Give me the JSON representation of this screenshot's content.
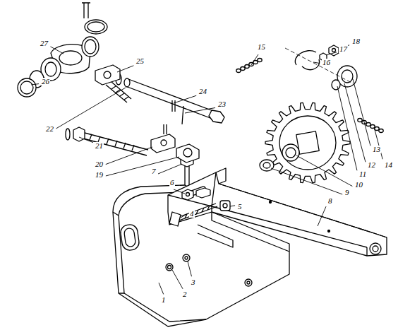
{
  "diagram": {
    "labels": [
      "1",
      "2",
      "3",
      "4",
      "5",
      "6",
      "7",
      "8",
      "9",
      "10",
      "11",
      "12",
      "13",
      "14",
      "15",
      "16",
      "17",
      "18",
      "19",
      "20",
      "21",
      "22",
      "23",
      "24",
      "25",
      "26",
      "27"
    ]
  }
}
